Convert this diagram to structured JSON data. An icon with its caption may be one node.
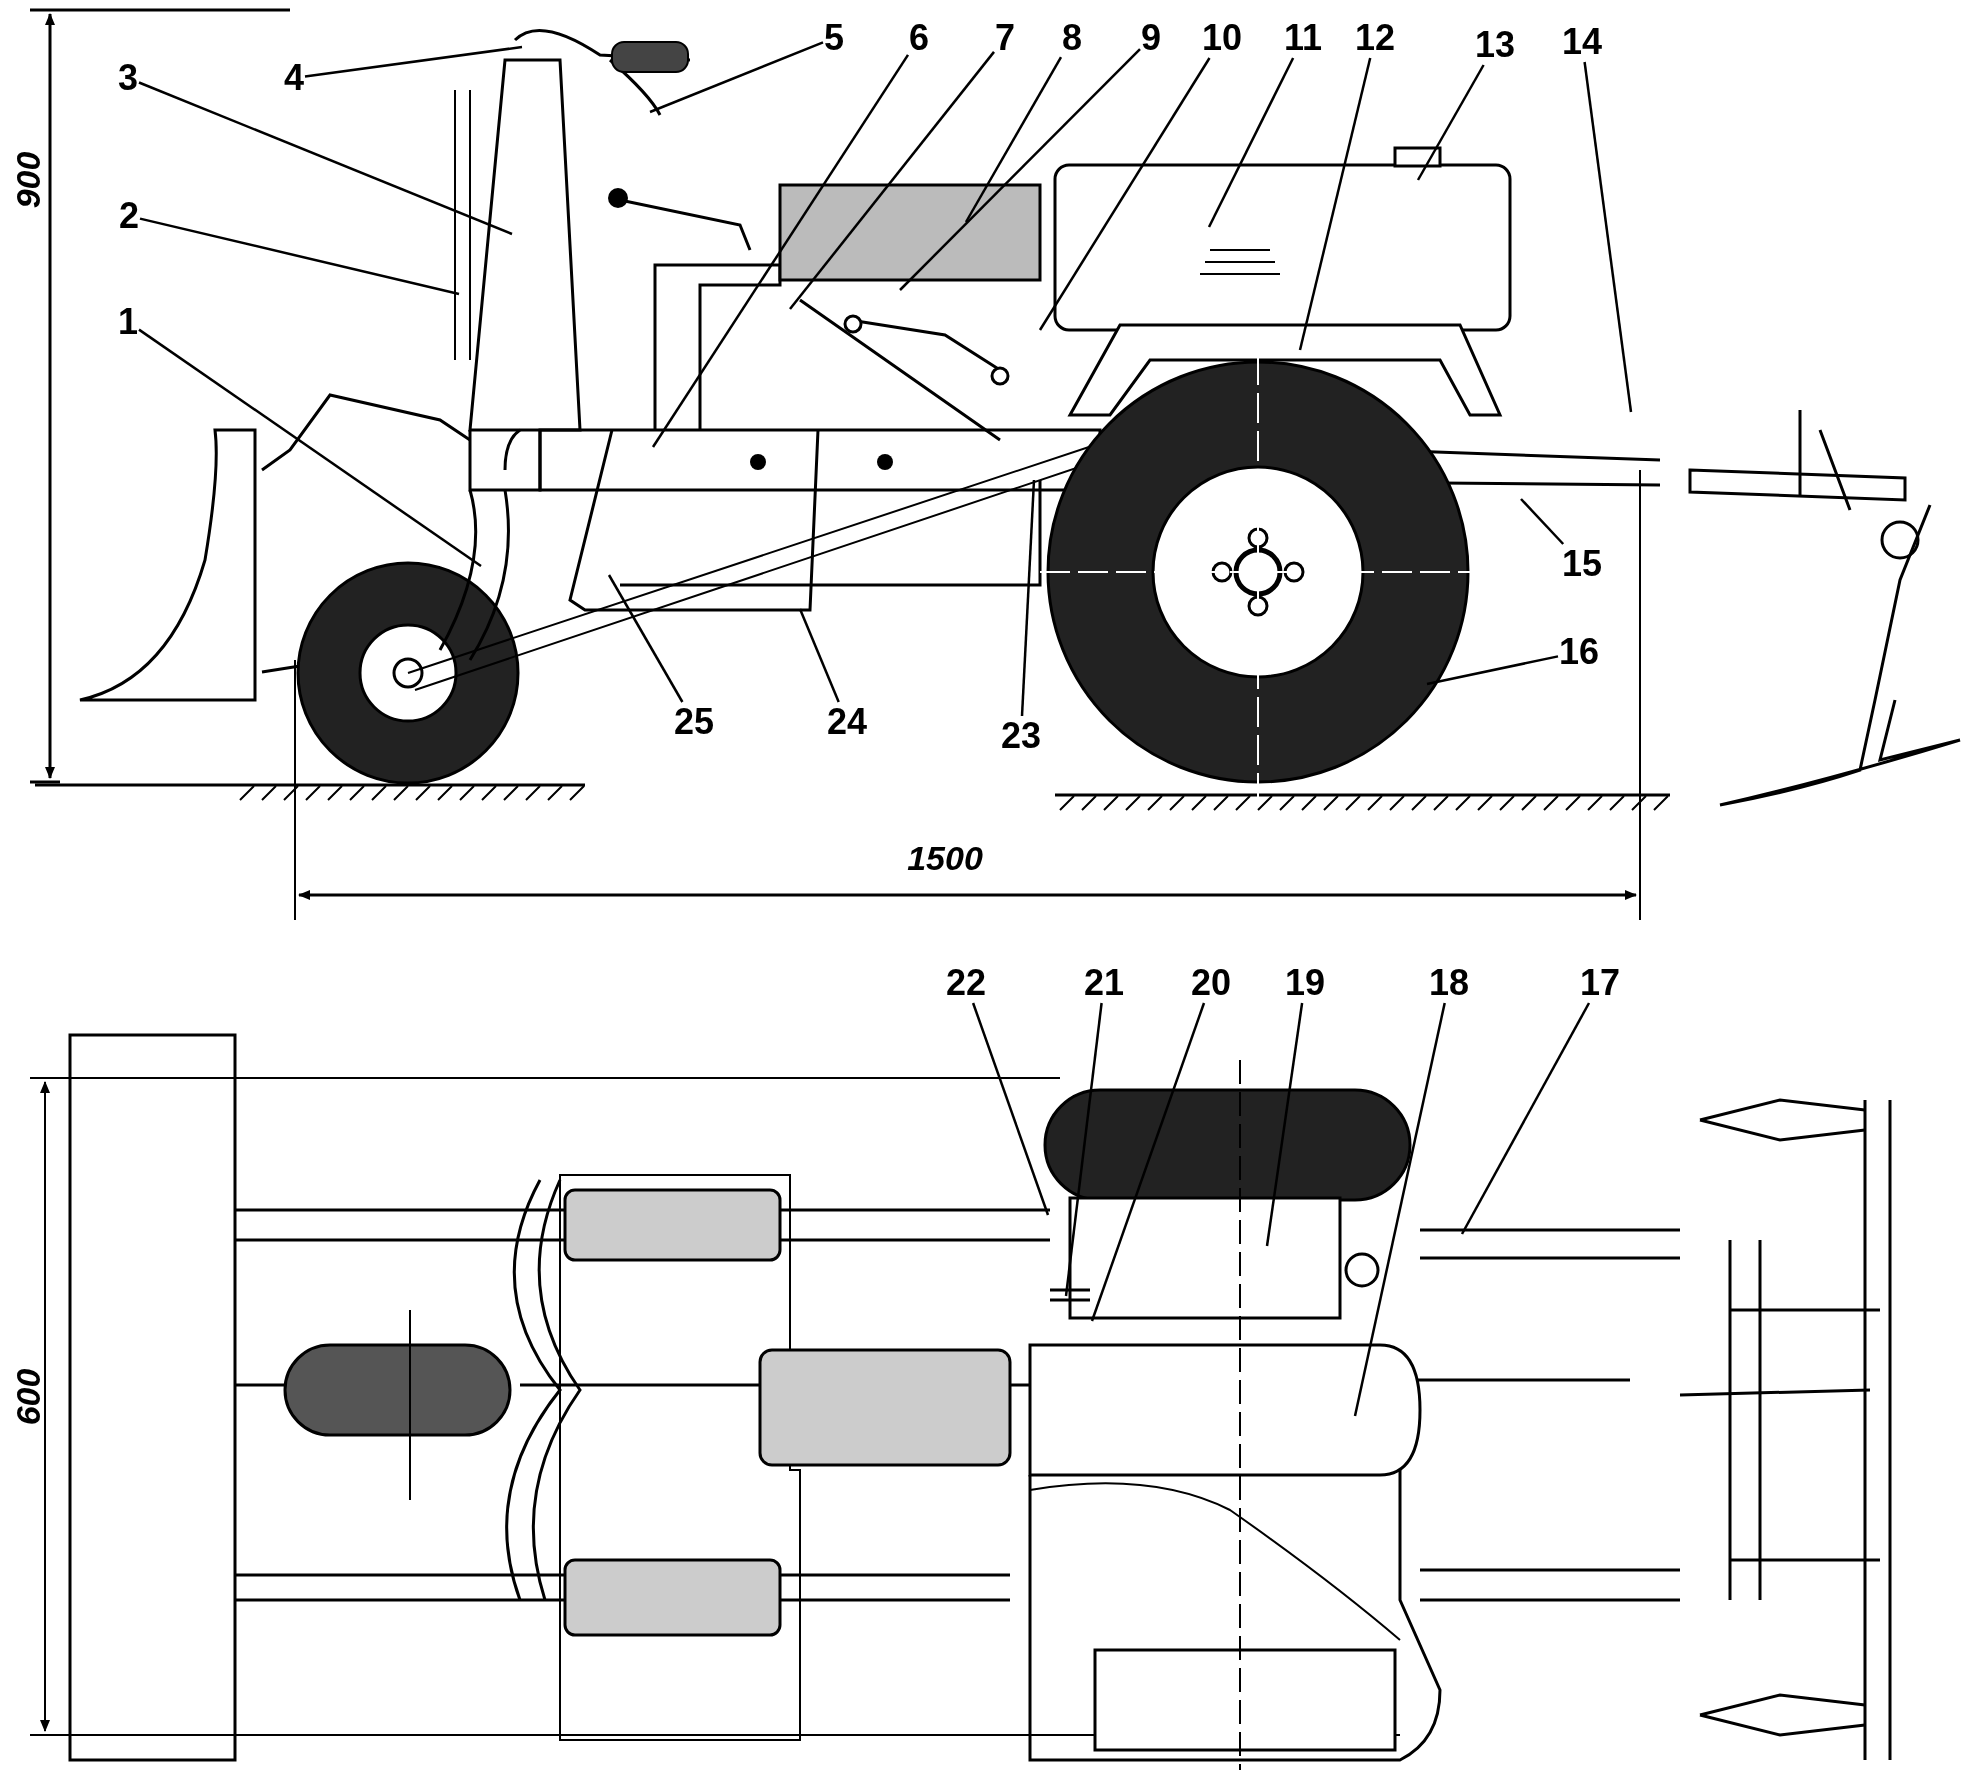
{
  "diagram": {
    "nodes": [
      {
        "text": [
          "1"
        ]
      },
      {
        "text": [
          "2"
        ]
      },
      {
        "text": [
          "3"
        ]
      },
      {
        "text": [
          "4"
        ]
      },
      {
        "text": [
          "5"
        ]
      },
      {
        "text": [
          "6"
        ]
      },
      {
        "text": [
          "7"
        ]
      },
      {
        "text": [
          "8"
        ]
      },
      {
        "text": [
          "9"
        ]
      },
      {
        "text": [
          "10"
        ]
      },
      {
        "text": [
          "11"
        ]
      },
      {
        "text": [
          "12"
        ]
      },
      {
        "text": [
          "13"
        ]
      },
      {
        "text": [
          "14"
        ]
      },
      {
        "text": [
          "15"
        ]
      },
      {
        "text": [
          "16"
        ]
      },
      {
        "text": [
          "17"
        ]
      },
      {
        "text": [
          "18"
        ]
      },
      {
        "text": [
          "19"
        ]
      },
      {
        "text": [
          "20"
        ]
      },
      {
        "text": [
          "21"
        ]
      },
      {
        "text": [
          "22"
        ]
      },
      {
        "text": [
          "23"
        ]
      },
      {
        "text": [
          "24"
        ]
      },
      {
        "text": [
          "25"
        ]
      }
    ],
    "edges": [
      {
        "from": 0,
        "to": null,
        "arrow": "none"
      },
      {
        "from": 1,
        "to": null,
        "arrow": "none"
      },
      {
        "from": 2,
        "to": null,
        "arrow": "none"
      },
      {
        "from": 3,
        "to": null,
        "arrow": "none"
      },
      {
        "from": 4,
        "to": null,
        "arrow": "none"
      },
      {
        "from": 5,
        "to": null,
        "arrow": "none"
      },
      {
        "from": 6,
        "to": null,
        "arrow": "none"
      },
      {
        "from": 7,
        "to": null,
        "arrow": "none"
      },
      {
        "from": 8,
        "to": null,
        "arrow": "none"
      },
      {
        "from": 9,
        "to": null,
        "arrow": "none"
      },
      {
        "from": 10,
        "to": null,
        "arrow": "none"
      },
      {
        "from": 11,
        "to": null,
        "arrow": "none"
      },
      {
        "from": 12,
        "to": null,
        "arrow": "none"
      },
      {
        "from": 13,
        "to": null,
        "arrow": "none"
      },
      {
        "from": 14,
        "to": null,
        "arrow": "none"
      },
      {
        "from": 15,
        "to": null,
        "arrow": "none"
      },
      {
        "from": 16,
        "to": null,
        "arrow": "none"
      },
      {
        "from": 17,
        "to": null,
        "arrow": "none"
      },
      {
        "from": 18,
        "to": null,
        "arrow": "none"
      },
      {
        "from": 19,
        "to": null,
        "arrow": "none"
      },
      {
        "from": 20,
        "to": null,
        "arrow": "none"
      },
      {
        "from": 21,
        "to": null,
        "arrow": "none"
      },
      {
        "from": 22,
        "to": null,
        "arrow": "none"
      },
      {
        "from": 23,
        "to": null,
        "arrow": "none"
      },
      {
        "from": 24,
        "to": null,
        "arrow": "none"
      }
    ],
    "labels": [
      "900",
      "1500",
      "600"
    ]
  }
}
